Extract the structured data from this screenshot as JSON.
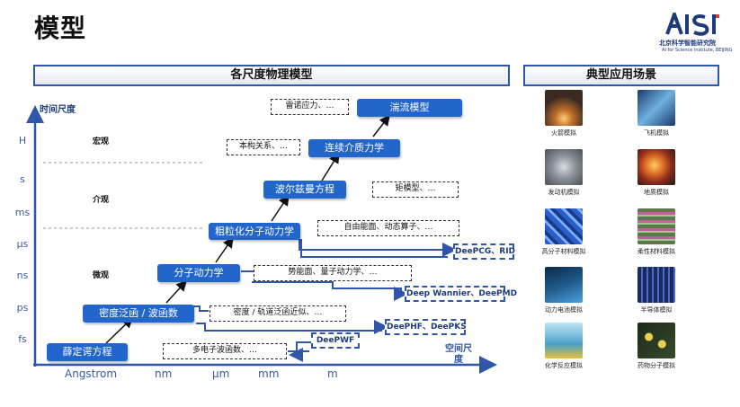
{
  "header": {
    "title": "模型"
  },
  "logo": {
    "mark": "AISI",
    "cn": "北京科学智能研究院",
    "en": "AI for Science Institute, BEIJING"
  },
  "banners": {
    "left": "各尺度物理模型",
    "right": "典型应用场景"
  },
  "axes": {
    "y_label": "时间尺度",
    "x_label": "空间尺度",
    "y_ticks": [
      "H",
      "s",
      "ms",
      "μs",
      "ns",
      "ps",
      "fs"
    ],
    "x_ticks": [
      "Angstrom",
      "nm",
      "μm",
      "mm",
      "m"
    ]
  },
  "levels": [
    "宏观",
    "介观",
    "微观"
  ],
  "models": [
    "薛定谔方程",
    "密度泛函 / 波函数",
    "分子动力学",
    "粗粒化分子动力学",
    "波尔兹曼方程",
    "连续介质力学",
    "湍流模型"
  ],
  "aux": [
    "多电子波函数、…",
    "密度 / 轨道泛函近似、…",
    "势能面、量子动力学、…",
    "自由能面、动态算子、…",
    "矩模型、…",
    "本构关系、…",
    "雷诺应力、…"
  ],
  "deep": [
    "DeePWF",
    "DeePHF、DeePKS",
    "Deep Wannier、DeePMD",
    "DeePCG、RID"
  ],
  "scenarios": [
    {
      "label": "火箭模拟",
      "icon": "rocket-image",
      "color": "#3a2a22"
    },
    {
      "label": "飞机模拟",
      "icon": "aircraft-image",
      "color": "#3f7fb0"
    },
    {
      "label": "发动机模拟",
      "icon": "engine-image",
      "color": "#8a9098"
    },
    {
      "label": "地质模拟",
      "icon": "earth-image",
      "color": "#c8502a"
    },
    {
      "label": "高分子材料模拟",
      "icon": "polymer-image",
      "color": "#2a5ec8"
    },
    {
      "label": "柔性材料模拟",
      "icon": "flexible-material-image",
      "color": "#5a7a4a"
    },
    {
      "label": "动力电池模拟",
      "icon": "battery-image",
      "color": "#1f5a8a"
    },
    {
      "label": "半导体模拟",
      "icon": "semiconductor-image",
      "color": "#2a3a7a"
    },
    {
      "label": "化学反应模拟",
      "icon": "chemistry-image",
      "color": "#4aa0c8"
    },
    {
      "label": "药物分子模拟",
      "icon": "molecule-image",
      "color": "#3a4a2a"
    }
  ]
}
